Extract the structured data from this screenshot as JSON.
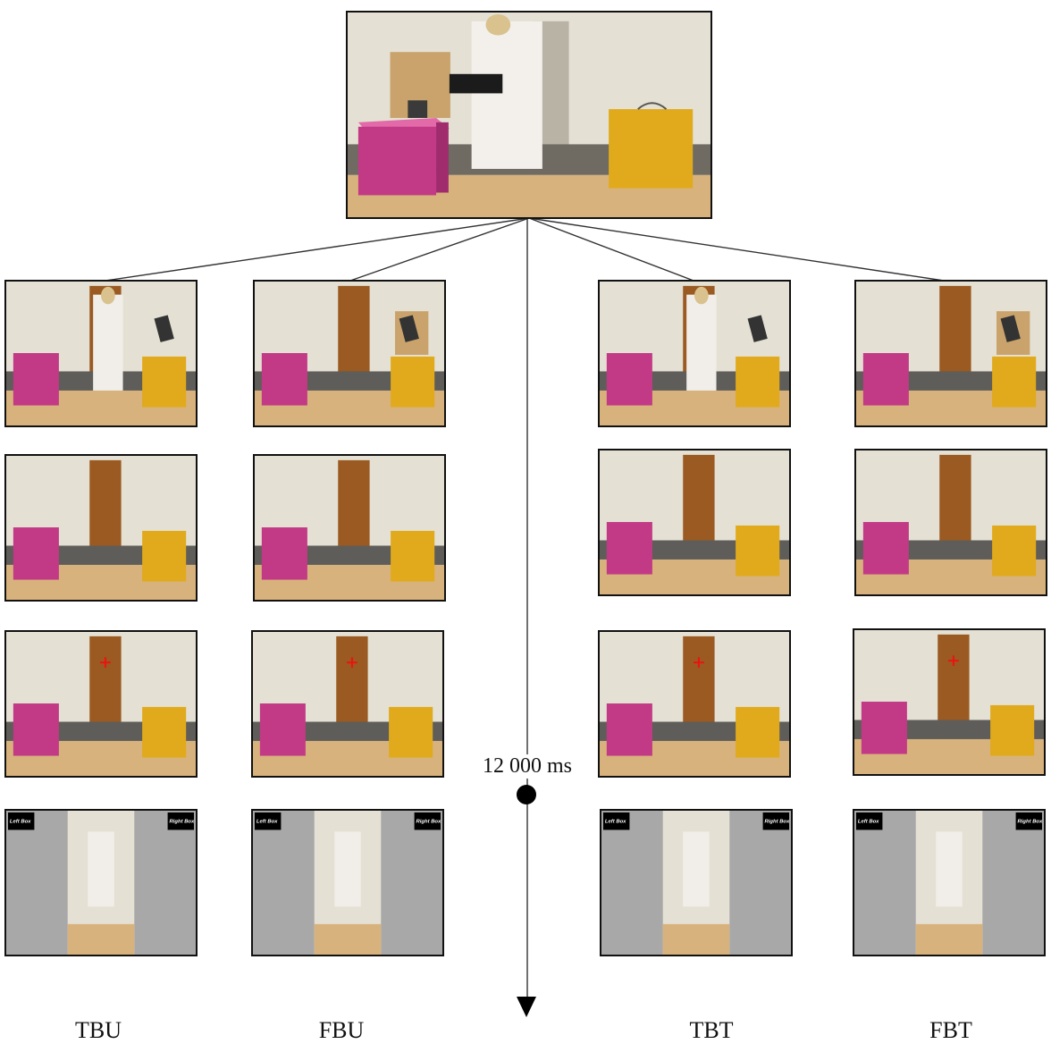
{
  "timeline": {
    "duration_label": "12 000 ms"
  },
  "conditions": [
    {
      "label": "TBU"
    },
    {
      "label": "FBU"
    },
    {
      "label": "TBT"
    },
    {
      "label": "FBT"
    }
  ],
  "response_screen": {
    "left_tag": "Left Box",
    "right_tag": "Right Box"
  },
  "colors": {
    "pink_box": "#c23a86",
    "yellow_box": "#e0aa1c",
    "wall": "#e4e0d3",
    "door": "#9a5a22",
    "table": "#d8b27c",
    "grey_panel": "#a8a8a8"
  },
  "icons": [
    "fixation-cross-icon",
    "timeline-dot-icon",
    "arrow-down-icon"
  ]
}
